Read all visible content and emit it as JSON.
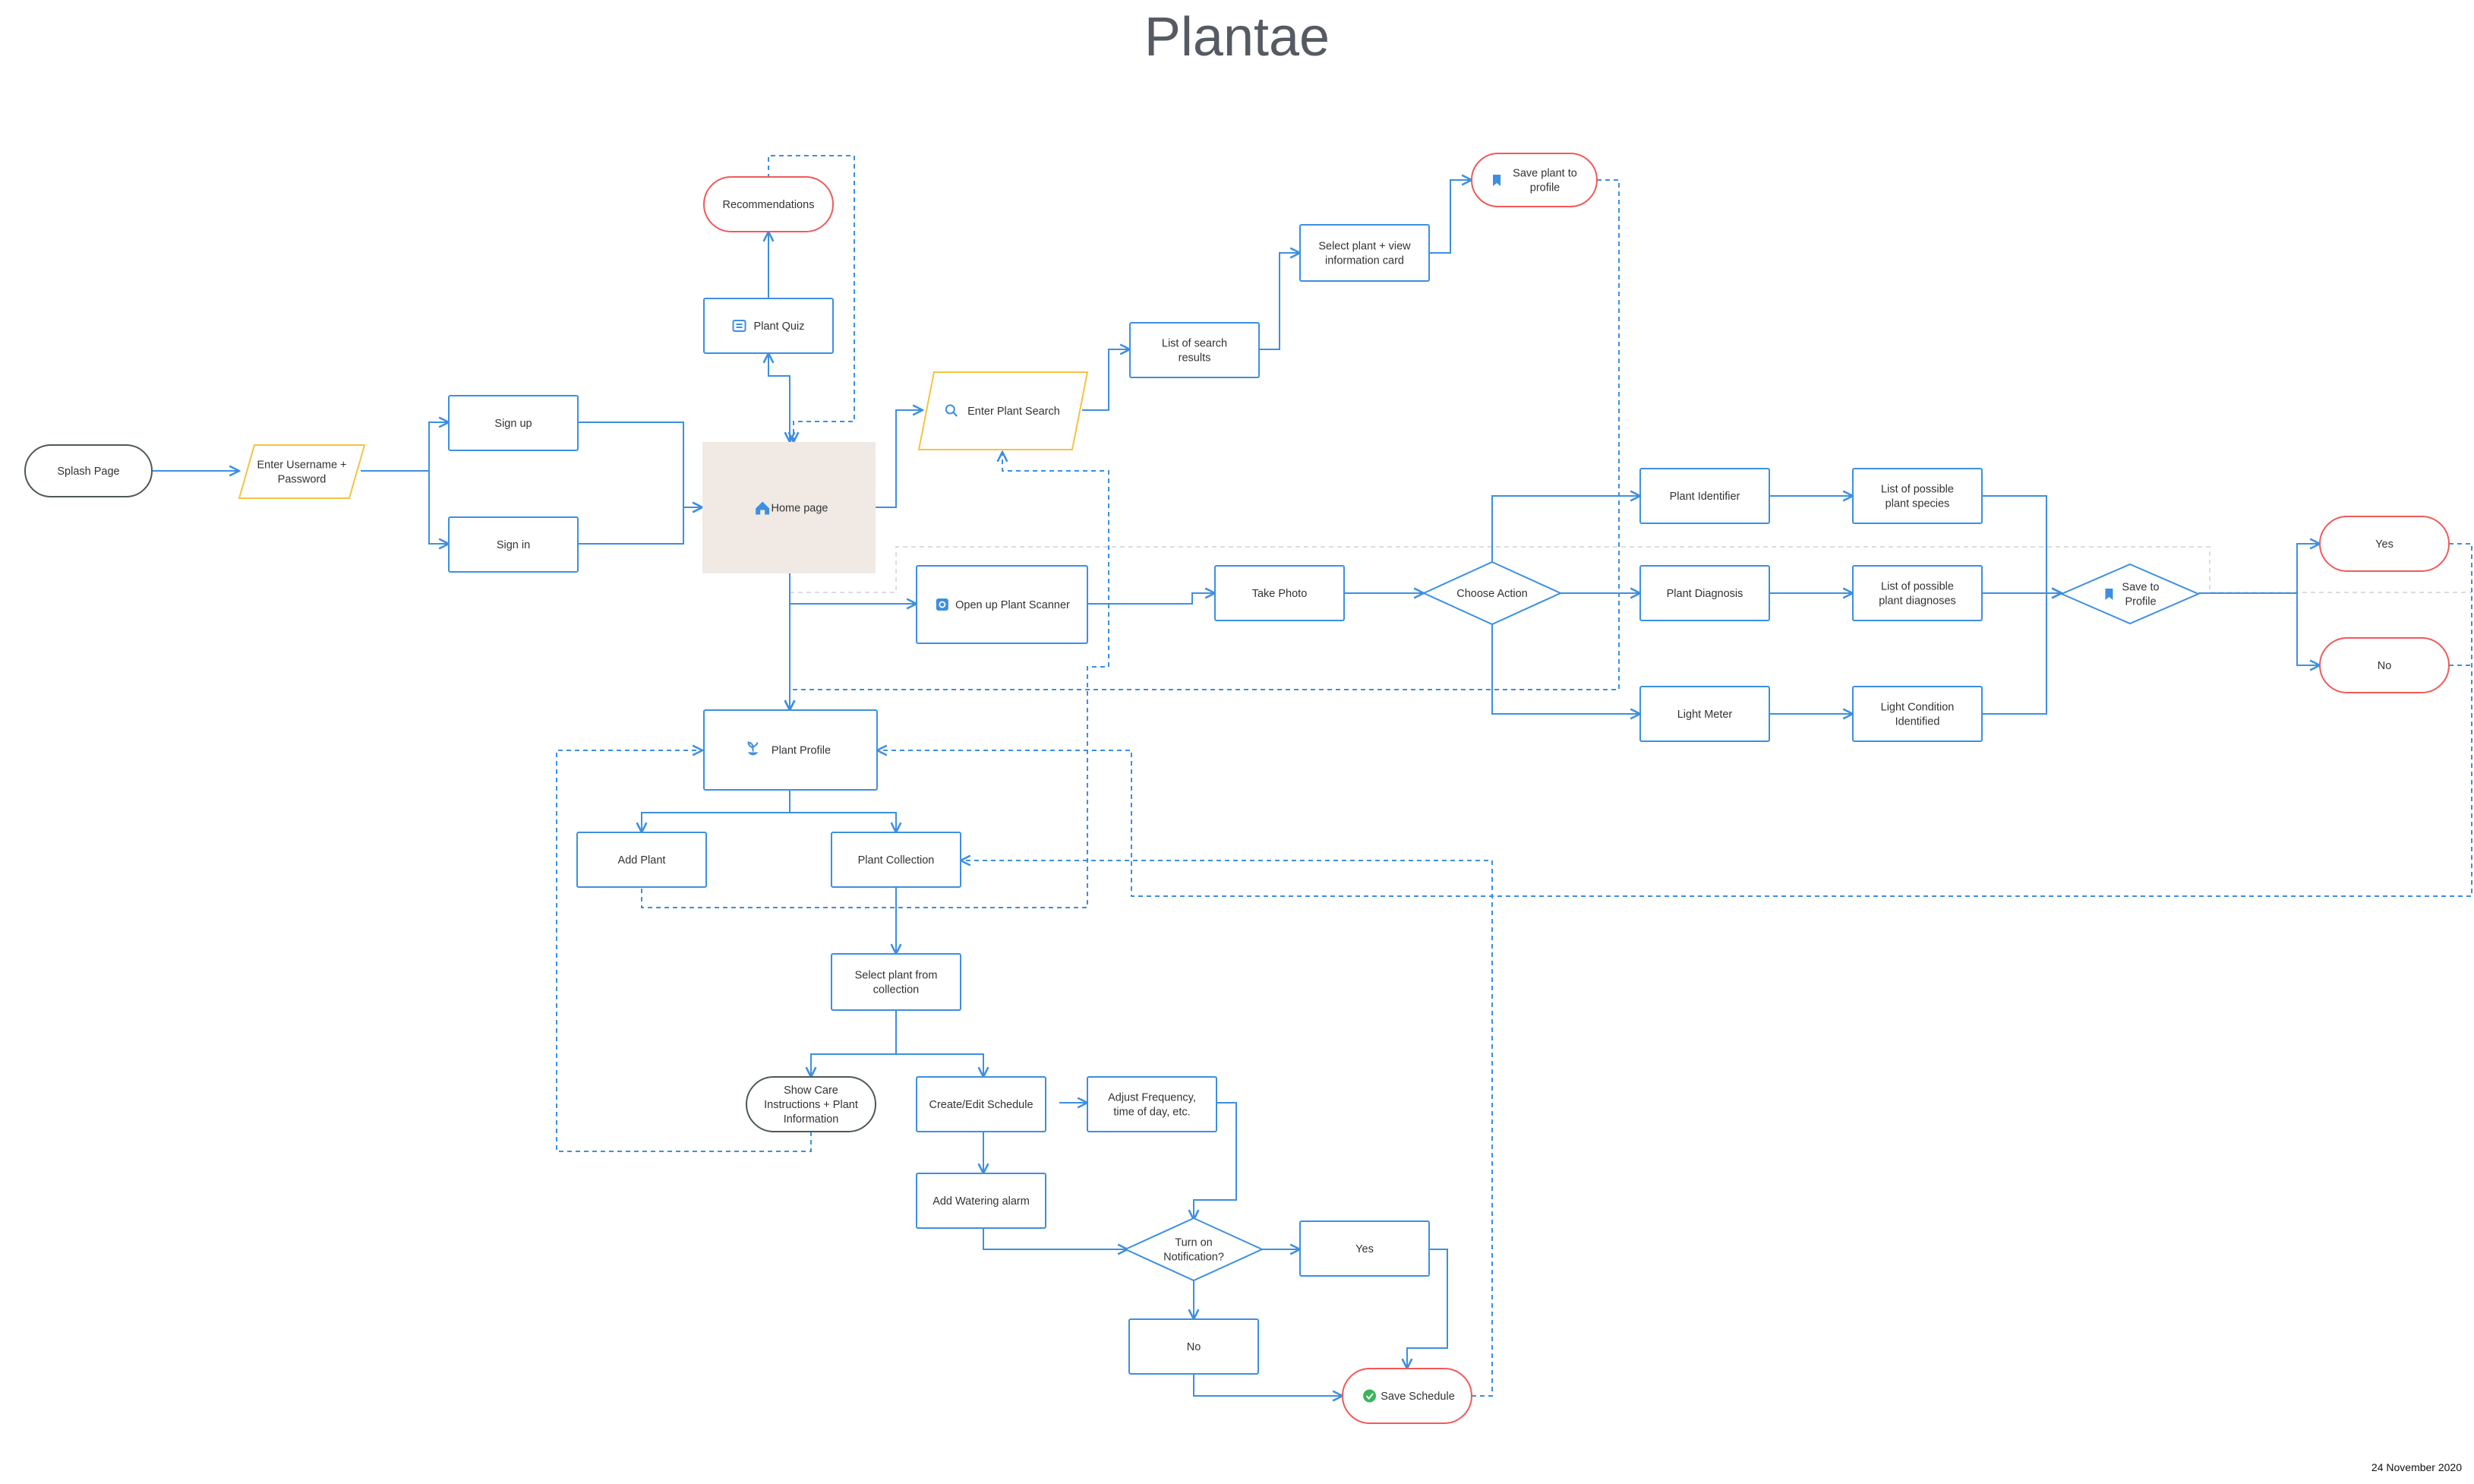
{
  "title": "Plantae",
  "date": "24 November 2020",
  "colors": {
    "line": "#3d8fe0",
    "process": "#3d8fe0",
    "terminal": "#f05a5a",
    "input": "#f5c342",
    "start": "#4d5a52",
    "home_fill": "#f1e9e4",
    "text": "#333333"
  },
  "nodes": {
    "splash": "Splash Page",
    "enter_user": "Enter Username + Password",
    "signup": "Sign up",
    "signin": "Sign in",
    "home": "Home page",
    "quiz": "Plant Quiz",
    "recommendations": "Recommendations",
    "search": "Enter Plant Search",
    "results": "List of search results",
    "select_view": "Select plant + view information card",
    "save_plant": "Save plant to profile",
    "scanner": "Open up Plant Scanner",
    "take_photo": "Take Photo",
    "choose_action": "Choose Action",
    "identifier": "Plant Identifier",
    "diagnosis": "Plant Diagnosis",
    "light_meter": "Light Meter",
    "species": "List of possible plant species",
    "diagnoses": "List of possible plant diagnoses",
    "light_cond": "Light Condition Identified",
    "save_profile": "Save to Profile",
    "yes_top": "Yes",
    "no_top": "No",
    "plant_profile": "Plant Profile",
    "add_plant": "Add Plant",
    "collection": "Plant Collection",
    "select_collection": "Select plant from collection",
    "care": "Show Care Instructions + Plant Information",
    "schedule": "Create/Edit Schedule",
    "adjust": "Adjust Frequency, time of day, etc.",
    "alarm": "Add Watering alarm",
    "notification": "Turn on Notification?",
    "yes_bottom": "Yes",
    "no_bottom": "No",
    "save_schedule": "Save Schedule"
  },
  "icons": {
    "home": "home-icon",
    "quiz": "quiz-icon",
    "search": "search-icon",
    "scanner": "scanner-icon",
    "save_plant": "bookmark-icon",
    "save_profile": "bookmark-icon",
    "plant_profile": "plant-icon",
    "save_schedule": "check-circle-icon"
  }
}
